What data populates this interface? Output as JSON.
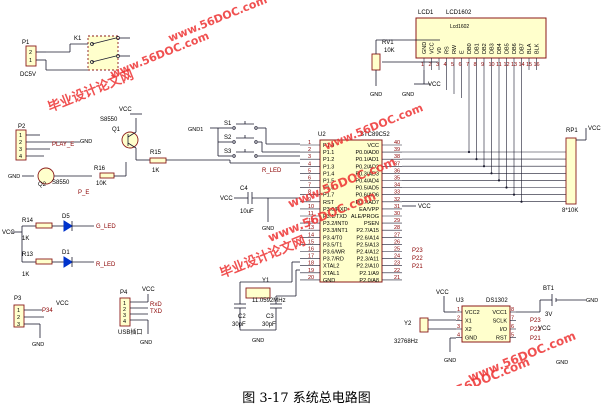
{
  "caption": "图 3-17  系统总电路图",
  "watermarks": [
    "毕业设计论文网",
    "www.56DOC.com"
  ],
  "labels": {
    "p1": "P1",
    "dc5v": "DC5V",
    "k1": "K1",
    "p2": "P2",
    "play_e": "PLAY_E",
    "gnd": "GND",
    "gnd1": "GND1",
    "vcc": "VCC",
    "s8550": "S8550",
    "q1": "Q1",
    "q2": "Q2",
    "p_e": "P_E",
    "r15": "R15",
    "r16": "R16",
    "r_1k": "1K",
    "r_10k": "10K",
    "r14": "R14",
    "r13": "R13",
    "d5": "D5",
    "d1": "D1",
    "g_led": "G_LED",
    "r_led": "R_LED",
    "p3": "P3",
    "p34": "P34",
    "p4": "P4",
    "txd": "TXD",
    "rxd": "RxD",
    "usb": "USB插口",
    "u2": "U2",
    "stc": "STC89C52",
    "c4": "C4",
    "c4v": "10uF",
    "y1": "Y1",
    "y1v": "11.0592MHz",
    "c2": "C2",
    "c3": "C3",
    "cv": "30pF",
    "lcd1": "LCD1",
    "lcd1602": "LCD1602",
    "lcd_sub": "Lcd1602",
    "rv1": "RV1",
    "rv1v": "10K",
    "rp1": "RP1",
    "rp1v": "8*10K",
    "u3": "U3",
    "ds1302": "DS1302",
    "bt1": "BT1",
    "bt1v": "3V",
    "y2": "Y2",
    "y2v": "32768Hz",
    "p23": "P23",
    "p22": "P22",
    "p21": "P21",
    "s1": "S1",
    "s2": "S2",
    "s3": "S3",
    "r_led2": "R_LED"
  },
  "u2_left_pins": [
    {
      "n": "1",
      "t": "P1.0"
    },
    {
      "n": "2",
      "t": "P1.1"
    },
    {
      "n": "3",
      "t": "P1.2"
    },
    {
      "n": "4",
      "t": "P1.3"
    },
    {
      "n": "5",
      "t": "P1.4"
    },
    {
      "n": "6",
      "t": "P1.5"
    },
    {
      "n": "7",
      "t": "P1.6"
    },
    {
      "n": "8",
      "t": "P1.7"
    },
    {
      "n": "9",
      "t": "RST"
    },
    {
      "n": "10",
      "t": "P3.0/RXD"
    },
    {
      "n": "11",
      "t": "P3.1/TXD"
    },
    {
      "n": "12",
      "t": "P3.2/INT0"
    },
    {
      "n": "13",
      "t": "P3.3/INT1"
    },
    {
      "n": "14",
      "t": "P3.4/T0"
    },
    {
      "n": "15",
      "t": "P3.5/T1"
    },
    {
      "n": "16",
      "t": "P3.6/WR"
    },
    {
      "n": "17",
      "t": "P3.7/RD"
    },
    {
      "n": "18",
      "t": "XTAL2"
    },
    {
      "n": "19",
      "t": "XTAL1"
    },
    {
      "n": "20",
      "t": "GND"
    }
  ],
  "u2_right_pins": [
    {
      "n": "40",
      "t": "VCC"
    },
    {
      "n": "39",
      "t": "P0.0/AD0"
    },
    {
      "n": "38",
      "t": "P0.1/AD1"
    },
    {
      "n": "37",
      "t": "P0.2/AD2"
    },
    {
      "n": "36",
      "t": "P0.3/AD3"
    },
    {
      "n": "35",
      "t": "P0.4/AD4"
    },
    {
      "n": "34",
      "t": "P0.5/AD5"
    },
    {
      "n": "33",
      "t": "P0.6/AD6"
    },
    {
      "n": "32",
      "t": "P0.7/AD7"
    },
    {
      "n": "31",
      "t": "EA/VPP"
    },
    {
      "n": "30",
      "t": "ALE/PROG"
    },
    {
      "n": "29",
      "t": "PSEN"
    },
    {
      "n": "28",
      "t": "P2.7/A15"
    },
    {
      "n": "27",
      "t": "P2.6/A14"
    },
    {
      "n": "26",
      "t": "P2.5/A13"
    },
    {
      "n": "25",
      "t": "P2.4/A12"
    },
    {
      "n": "24",
      "t": "P2.3/A11"
    },
    {
      "n": "23",
      "t": "P2.2/A10"
    },
    {
      "n": "22",
      "t": "P2.1/A9"
    },
    {
      "n": "21",
      "t": "P2.0/A8"
    }
  ],
  "lcd_pins": [
    "GND",
    "VCC",
    "V0",
    "RS",
    "RW",
    "E",
    "DB0",
    "DB1",
    "DB2",
    "DB3",
    "DB4",
    "DB5",
    "DB6",
    "DB7",
    "BLA",
    "BLK"
  ],
  "lcd_nums": [
    "1",
    "2",
    "3",
    "4",
    "5",
    "6",
    "7",
    "8",
    "9",
    "10",
    "11",
    "12",
    "13",
    "14",
    "15",
    "16"
  ],
  "u3_left": [
    "VCC2",
    "X1",
    "X2",
    "GND"
  ],
  "u3_right": [
    "VCC1",
    "SCLK",
    "I/O",
    "RST"
  ],
  "u3_lnums": [
    "1",
    "2",
    "3",
    "4"
  ],
  "u3_rnums": [
    "8",
    "7",
    "6",
    "5"
  ]
}
